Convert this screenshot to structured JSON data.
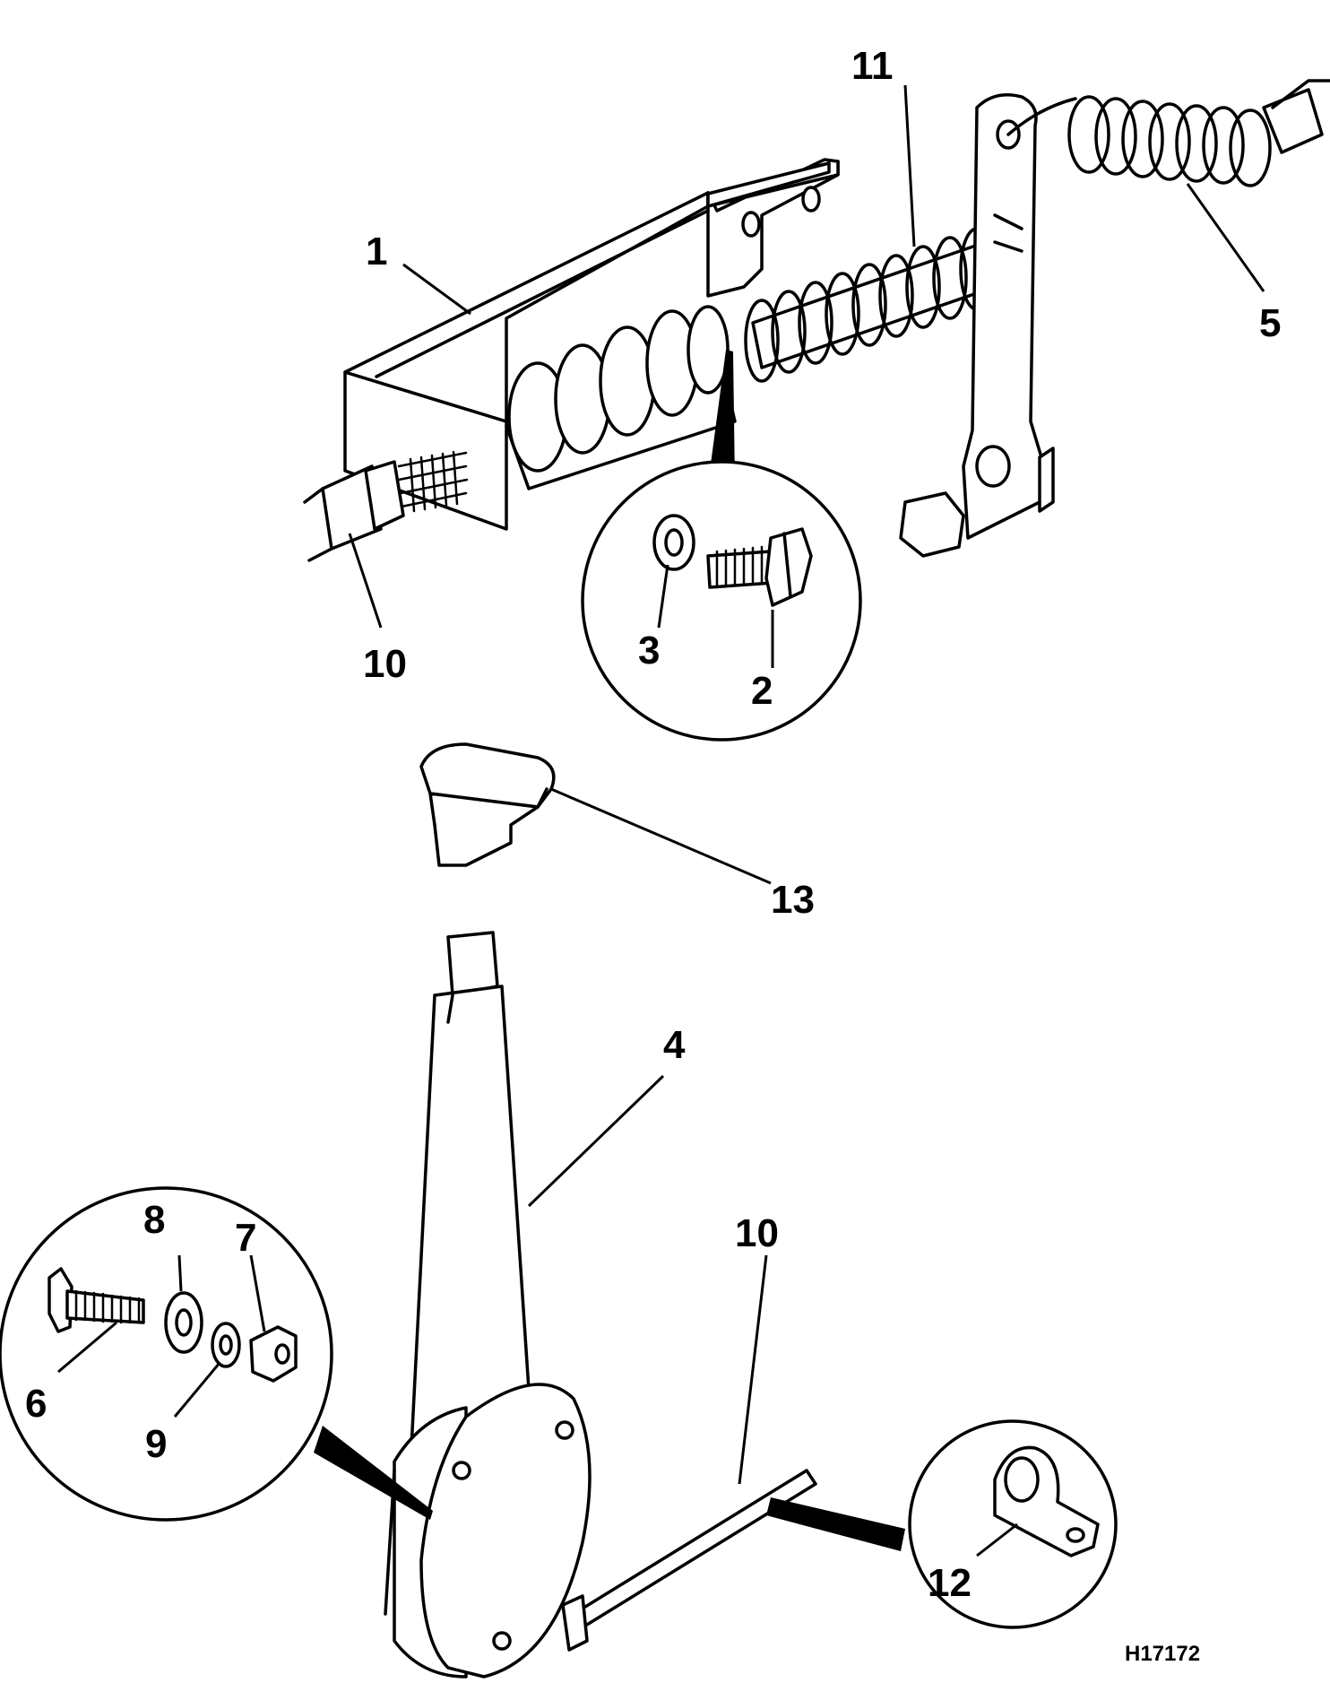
{
  "figure_id": "H17172",
  "callouts": {
    "c1": "1",
    "c2": "2",
    "c3": "3",
    "c4": "4",
    "c5": "5",
    "c6": "6",
    "c7": "7",
    "c8": "8",
    "c9": "9",
    "c10_top": "10",
    "c10_bottom": "10",
    "c11": "11",
    "c12": "12",
    "c13": "13"
  }
}
